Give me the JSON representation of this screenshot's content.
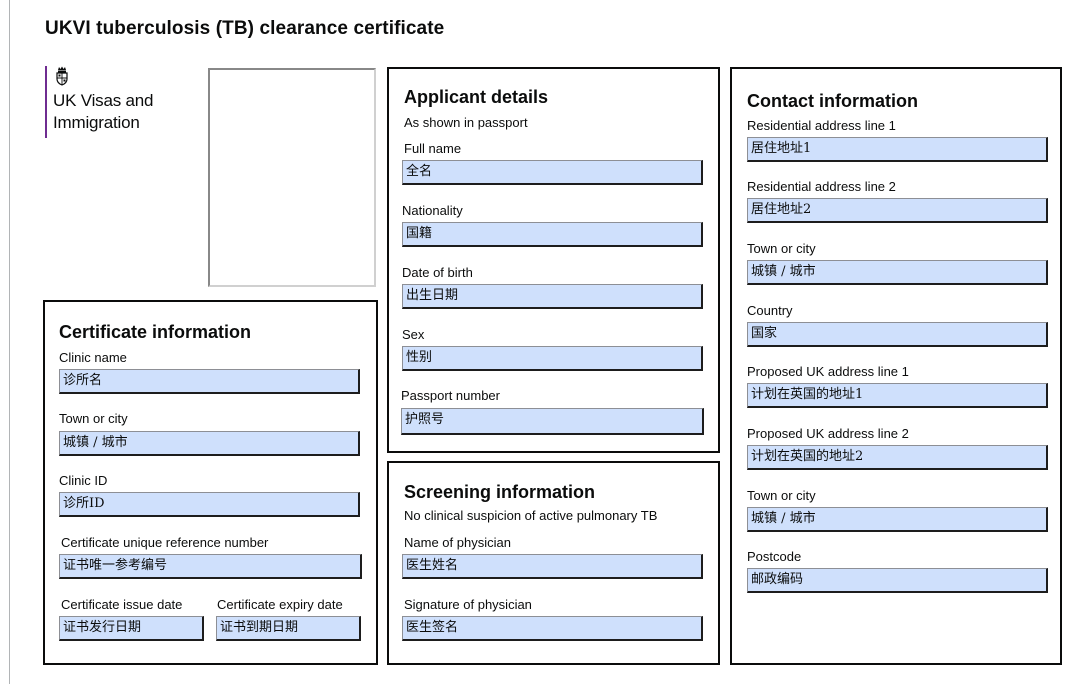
{
  "page": {
    "title": "UKVI tuberculosis (TB) clearance certificate"
  },
  "logo": {
    "line1": "UK Visas and",
    "line2": "Immigration"
  },
  "certificate": {
    "title": "Certificate information",
    "clinic_name": {
      "label": "Clinic name",
      "value": "诊所名"
    },
    "town": {
      "label": "Town or city",
      "value": "城镇 / 城市"
    },
    "clinic_id": {
      "label": "Clinic ID",
      "value": "诊所ID"
    },
    "reference": {
      "label": "Certificate unique reference number",
      "value": "证书唯一参考编号"
    },
    "issue_date": {
      "label": "Certificate issue date",
      "value": "证书发行日期"
    },
    "expiry_date": {
      "label": "Certificate expiry date",
      "value": "证书到期日期"
    }
  },
  "applicant": {
    "title": "Applicant details",
    "subtitle": "As shown in passport",
    "full_name": {
      "label": "Full name",
      "value": "全名"
    },
    "nationality": {
      "label": "Nationality",
      "value": "国籍"
    },
    "dob": {
      "label": "Date of birth",
      "value": "出生日期"
    },
    "sex": {
      "label": "Sex",
      "value": "性别"
    },
    "passport": {
      "label": "Passport number",
      "value": "护照号"
    }
  },
  "screening": {
    "title": "Screening information",
    "subtitle": "No clinical suspicion of active pulmonary TB",
    "physician_name": {
      "label": "Name of physician",
      "value": "医生姓名"
    },
    "physician_signature": {
      "label": "Signature of physician",
      "value": "医生签名"
    }
  },
  "contact": {
    "title": "Contact information",
    "address1": {
      "label": "Residential address line 1",
      "value": "居住地址1"
    },
    "address2": {
      "label": "Residential address line 2",
      "value": "居住地址2"
    },
    "town": {
      "label": "Town or city",
      "value": "城镇 / 城市"
    },
    "country": {
      "label": "Country",
      "value": "国家"
    },
    "uk_address1": {
      "label": "Proposed UK address line 1",
      "value": "计划在英国的地址1"
    },
    "uk_address2": {
      "label": "Proposed UK address line 2",
      "value": "计划在英国的地址2"
    },
    "uk_town": {
      "label": "Town or city",
      "value": "城镇 / 城市"
    },
    "postcode": {
      "label": "Postcode",
      "value": "邮政编码"
    }
  },
  "colors": {
    "field_fill": "#cfe0fc",
    "border": "#0b0c0c",
    "brand_purple": "#6f2c91"
  },
  "icons": {
    "logo": "royal-crest-icon"
  }
}
